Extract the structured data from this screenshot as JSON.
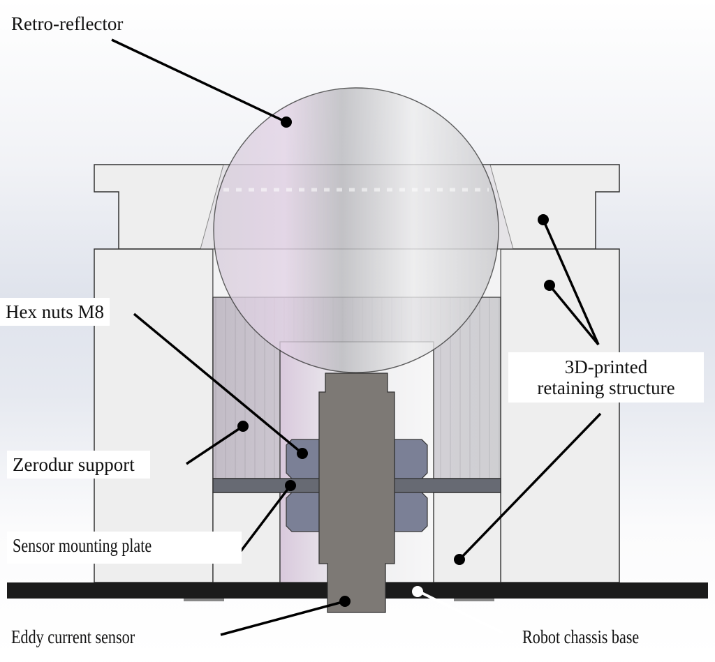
{
  "figure": {
    "type": "cross-section assembly diagram",
    "colors": {
      "structure_fill": "#eeeeee",
      "outline": "#333333",
      "sensor_fill": "#7d7975",
      "hex_nut_fill": "#7b8096",
      "plate_fill": "#676a73",
      "chassis_fill": "#1b1b1b",
      "zerodur_fill": "#c9c4cc",
      "leader_line": "#000000",
      "leader_line_light": "#ffffff"
    }
  },
  "labels": {
    "retro_reflector": "Retro-reflector",
    "hex_nuts": "Hex nuts M8",
    "zerodur_support": "Zerodur support",
    "sensor_mounting_plate": "Sensor mounting plate",
    "eddy_current_sensor": "Eddy current sensor",
    "retaining_structure_line1": "3D-printed",
    "retaining_structure_line2": "retaining structure",
    "robot_chassis_base": "Robot chassis base"
  }
}
